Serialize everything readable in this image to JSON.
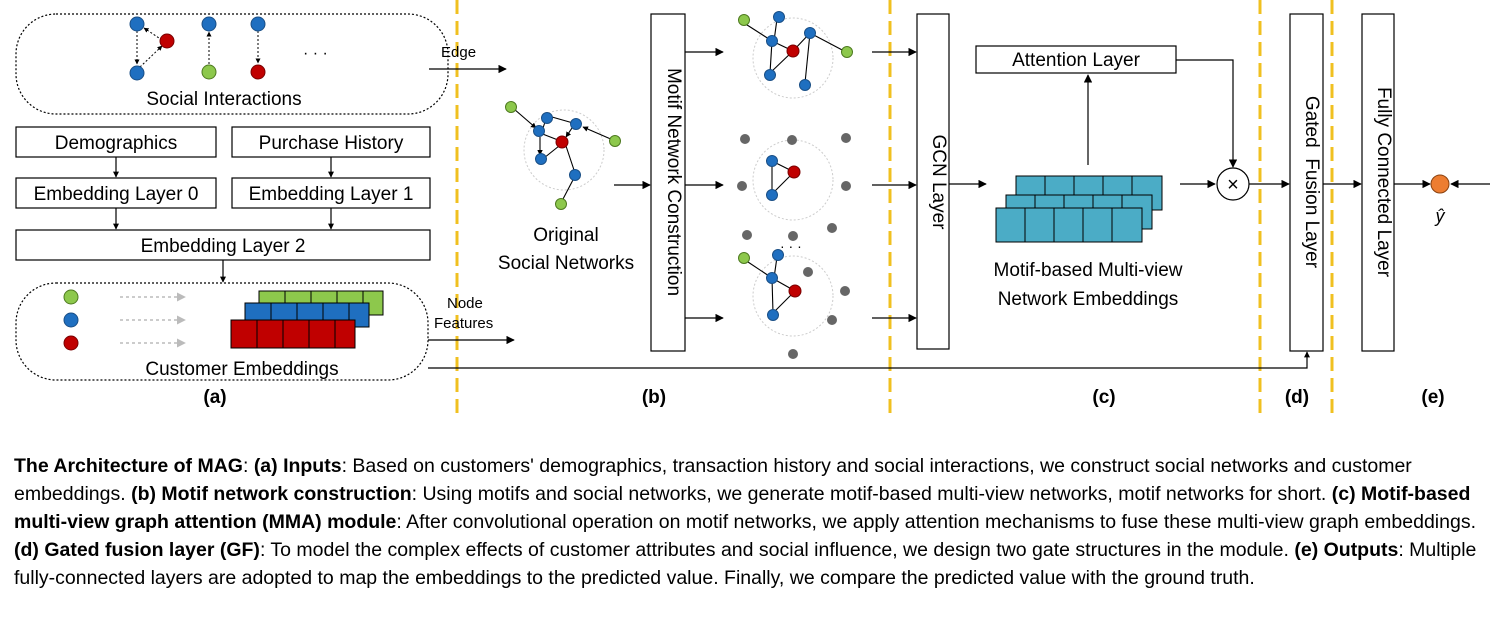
{
  "inputs": {
    "social_interactions": "Social Interactions",
    "ellipsis": "· · ·",
    "demographics": "Demographics",
    "purchase_history": "Purchase History",
    "embedding_layer_0": "Embedding Layer 0",
    "embedding_layer_1": "Embedding Layer 1",
    "embedding_layer_2": "Embedding Layer 2",
    "customer_embeddings": "Customer Embeddings",
    "edge_label": "Edge",
    "node_label_line1": "Node",
    "node_label_line2": "Features"
  },
  "motif": {
    "original_line1": "Original",
    "original_line2": "Social Networks",
    "motif_network_construction": "Motif Network Construction",
    "dots": "· · ·"
  },
  "mma": {
    "gcn_layer": "GCN Layer",
    "attention_layer": "Attention Layer",
    "multiply": "×",
    "embeddings_line1": "Motif-based Multi-view",
    "embeddings_line2": "Network Embeddings"
  },
  "fusion": {
    "gated_fusion_layer": "Gated  Fusion Layer"
  },
  "output": {
    "fully_connected_layer": "Fully Connected Layer",
    "y_hat": "ŷ"
  },
  "panels": [
    "(a)",
    "(b)",
    "(c)",
    "(d)",
    "(e)"
  ],
  "colors": {
    "node_blue": "#1f6fc0",
    "node_red": "#c00000",
    "node_green": "#8dc84c",
    "node_gray": "#666666",
    "node_orange": "#ed7d31",
    "cube_teal": "#4bacc6",
    "divider_yellow": "#f0c020"
  },
  "caption": {
    "p1_title": "The Architecture of MAG",
    "p1_sep": ": ",
    "a_label": "(a) Inputs",
    "a_text": ": Based on customers' demographics, transaction history and social interactions, we construct social networks and customer embeddings. ",
    "b_label": "(b) Motif network construction",
    "b_text": ": Using motifs and social networks, we generate motif-based multi-view networks, motif networks for short. ",
    "c_label": "(c) Motif-based multi-view graph attention (MMA) module",
    "c_text": ": After convolutional operation on motif networks, we apply attention mechanisms to fuse these multi-view graph embeddings. ",
    "d_label": "(d) Gated fusion layer (GF)",
    "d_text": ": To model the complex effects of customer attributes and social influence, we design two gate structures in the module. ",
    "e_label": "(e) Outputs",
    "e_text": ": Multiple fully-connected layers are adopted to map the embeddings to the predicted value. Finally, we compare the predicted value with the ground truth."
  }
}
